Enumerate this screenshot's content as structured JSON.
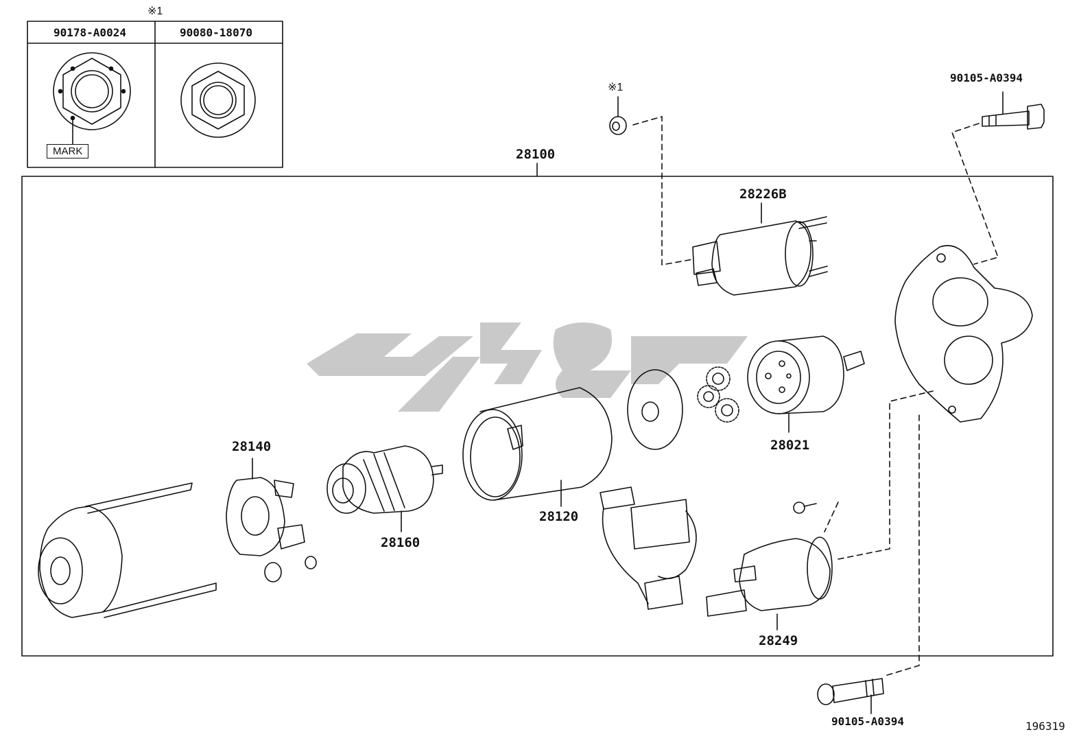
{
  "inset": {
    "note_mark": "※1",
    "parts": [
      {
        "number": "90178-A0024",
        "mark_label": "MARK"
      },
      {
        "number": "90080-18070"
      }
    ]
  },
  "assembly": {
    "number": "28100"
  },
  "callouts": {
    "nut_note": "※1",
    "bolt_top": "90105-A0394",
    "bolt_bottom": "90105-A0394",
    "solenoid": "28226B",
    "clutch": "28021",
    "brush_holder": "28140",
    "armature": "28160",
    "yoke": "28120",
    "starter_housing": "28249"
  },
  "document_number": "196319",
  "watermark_color": "#c8c8c8"
}
